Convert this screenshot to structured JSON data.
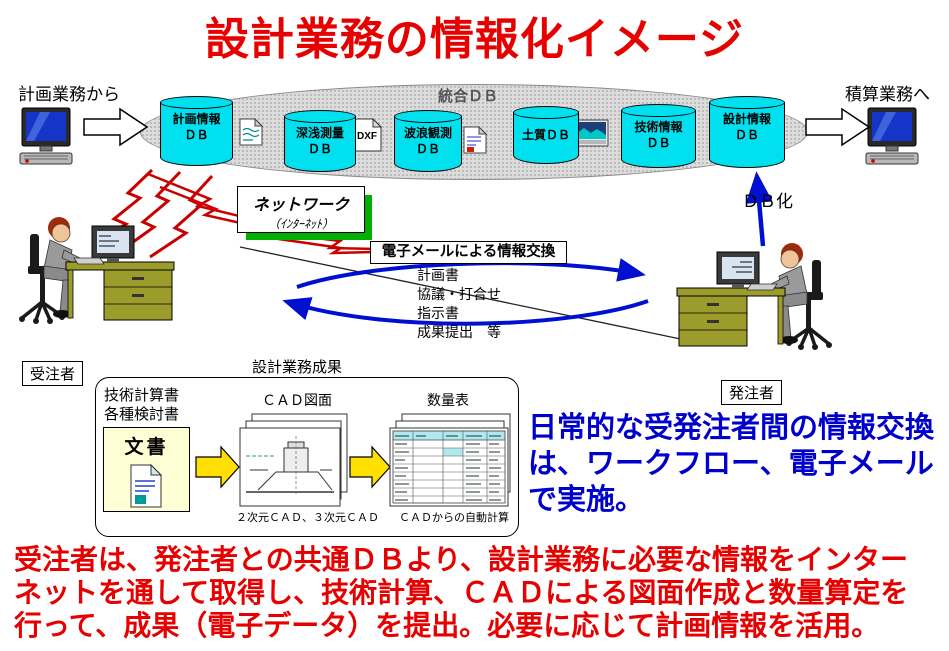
{
  "title": "設計業務の情報化イメージ",
  "labels": {
    "from_planning": "計画業務から",
    "to_estimation": "積算業務へ",
    "integrated_db": "統合ＤＢ",
    "db_ka": "ＤＢ化",
    "network_line1": "ネットワーク",
    "network_line2": "（ｲﾝﾀｰﾈｯﾄ）",
    "dxf": "DXF",
    "contractor": "受注者",
    "client": "発注者",
    "design_results": "設計業務成果"
  },
  "databases": [
    {
      "line1": "計画情報",
      "line2": "ＤＢ"
    },
    {
      "line1": "深浅測量",
      "line2": "ＤＢ"
    },
    {
      "line1": "波浪観測",
      "line2": "ＤＢ"
    },
    {
      "line1": "土質ＤＢ",
      "line2": ""
    },
    {
      "line1": "技術情報",
      "line2": "ＤＢ"
    },
    {
      "line1": "設計情報",
      "line2": "ＤＢ"
    }
  ],
  "email_exchange": {
    "title": "電子メールによる情報交換",
    "items": [
      "計画書",
      "協議・打合せ",
      "指示書",
      "成果提出　等"
    ]
  },
  "results_panel": {
    "doc_type1": "技術計算書",
    "doc_type2": "各種検討書",
    "document_label": "文書",
    "cad_label": "ＣＡＤ図面",
    "cad_caption": "２次元ＣＡＤ、３次元ＣＡＤ",
    "quantity_label": "数量表",
    "quantity_caption": "ＣＡＤからの自動計算"
  },
  "notes": {
    "blue_lines": [
      "日常的な受発注者間の情報交換",
      "は、ワークフロー、電子メール",
      "で実施。"
    ],
    "red_lines": [
      "受注者は、発注者との共通ＤＢより、設計業務に必要な情報をインター",
      "ネットを通して取得し、技術計算、ＣＡＤによる図面作成と数量算定を",
      "行って、成果（電子データ）を提出。必要に応じて計画情報を活用。"
    ]
  },
  "colors": {
    "title_red": "#e60000",
    "db_cyan": "#00e0ee",
    "note_blue": "#0000cc",
    "bolt_red": "#c80000",
    "arrow_blue": "#000fd0",
    "arrow_yellow": "#ffe000",
    "network_green": "#00b000",
    "desk_olive": "#9c9c2c"
  }
}
